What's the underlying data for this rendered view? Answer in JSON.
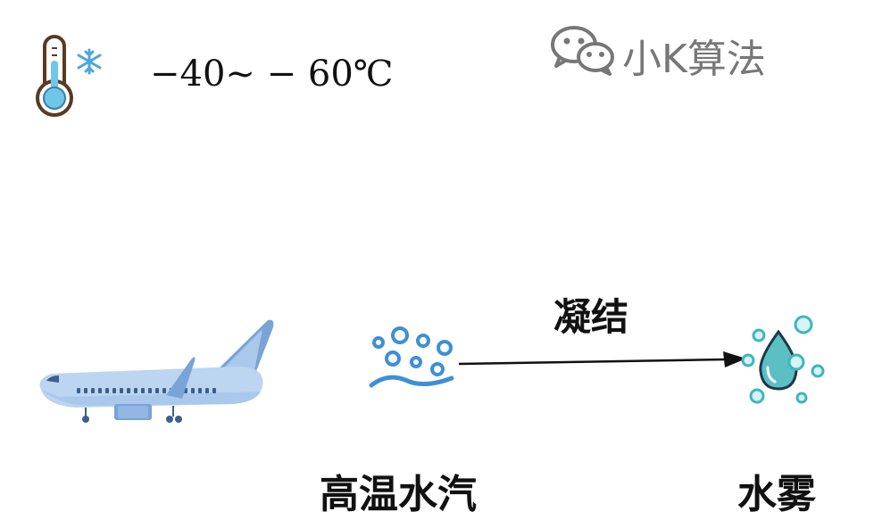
{
  "temperature": {
    "text": "−40∼ − 60℃",
    "icon": "thermometer-snowflake-icon"
  },
  "watermark": {
    "text": "小K算法",
    "icon": "wechat-icon",
    "color": "#777777"
  },
  "labels": {
    "vapor": "高温水汽",
    "mist": "水雾",
    "process": "凝结"
  },
  "icons": {
    "airplane": "airplane-icon",
    "vapor": "vapor-bubbles-icon",
    "mist": "water-droplet-icon"
  },
  "colors": {
    "airplane": "#a9c8ec",
    "airplane_dark": "#7aa3d6",
    "vapor": "#3f8fd6",
    "droplet": "#5bbfc4",
    "thermometer": "#6ec6e8",
    "snowflake": "#4aa6e0",
    "arrow": "#111111"
  }
}
